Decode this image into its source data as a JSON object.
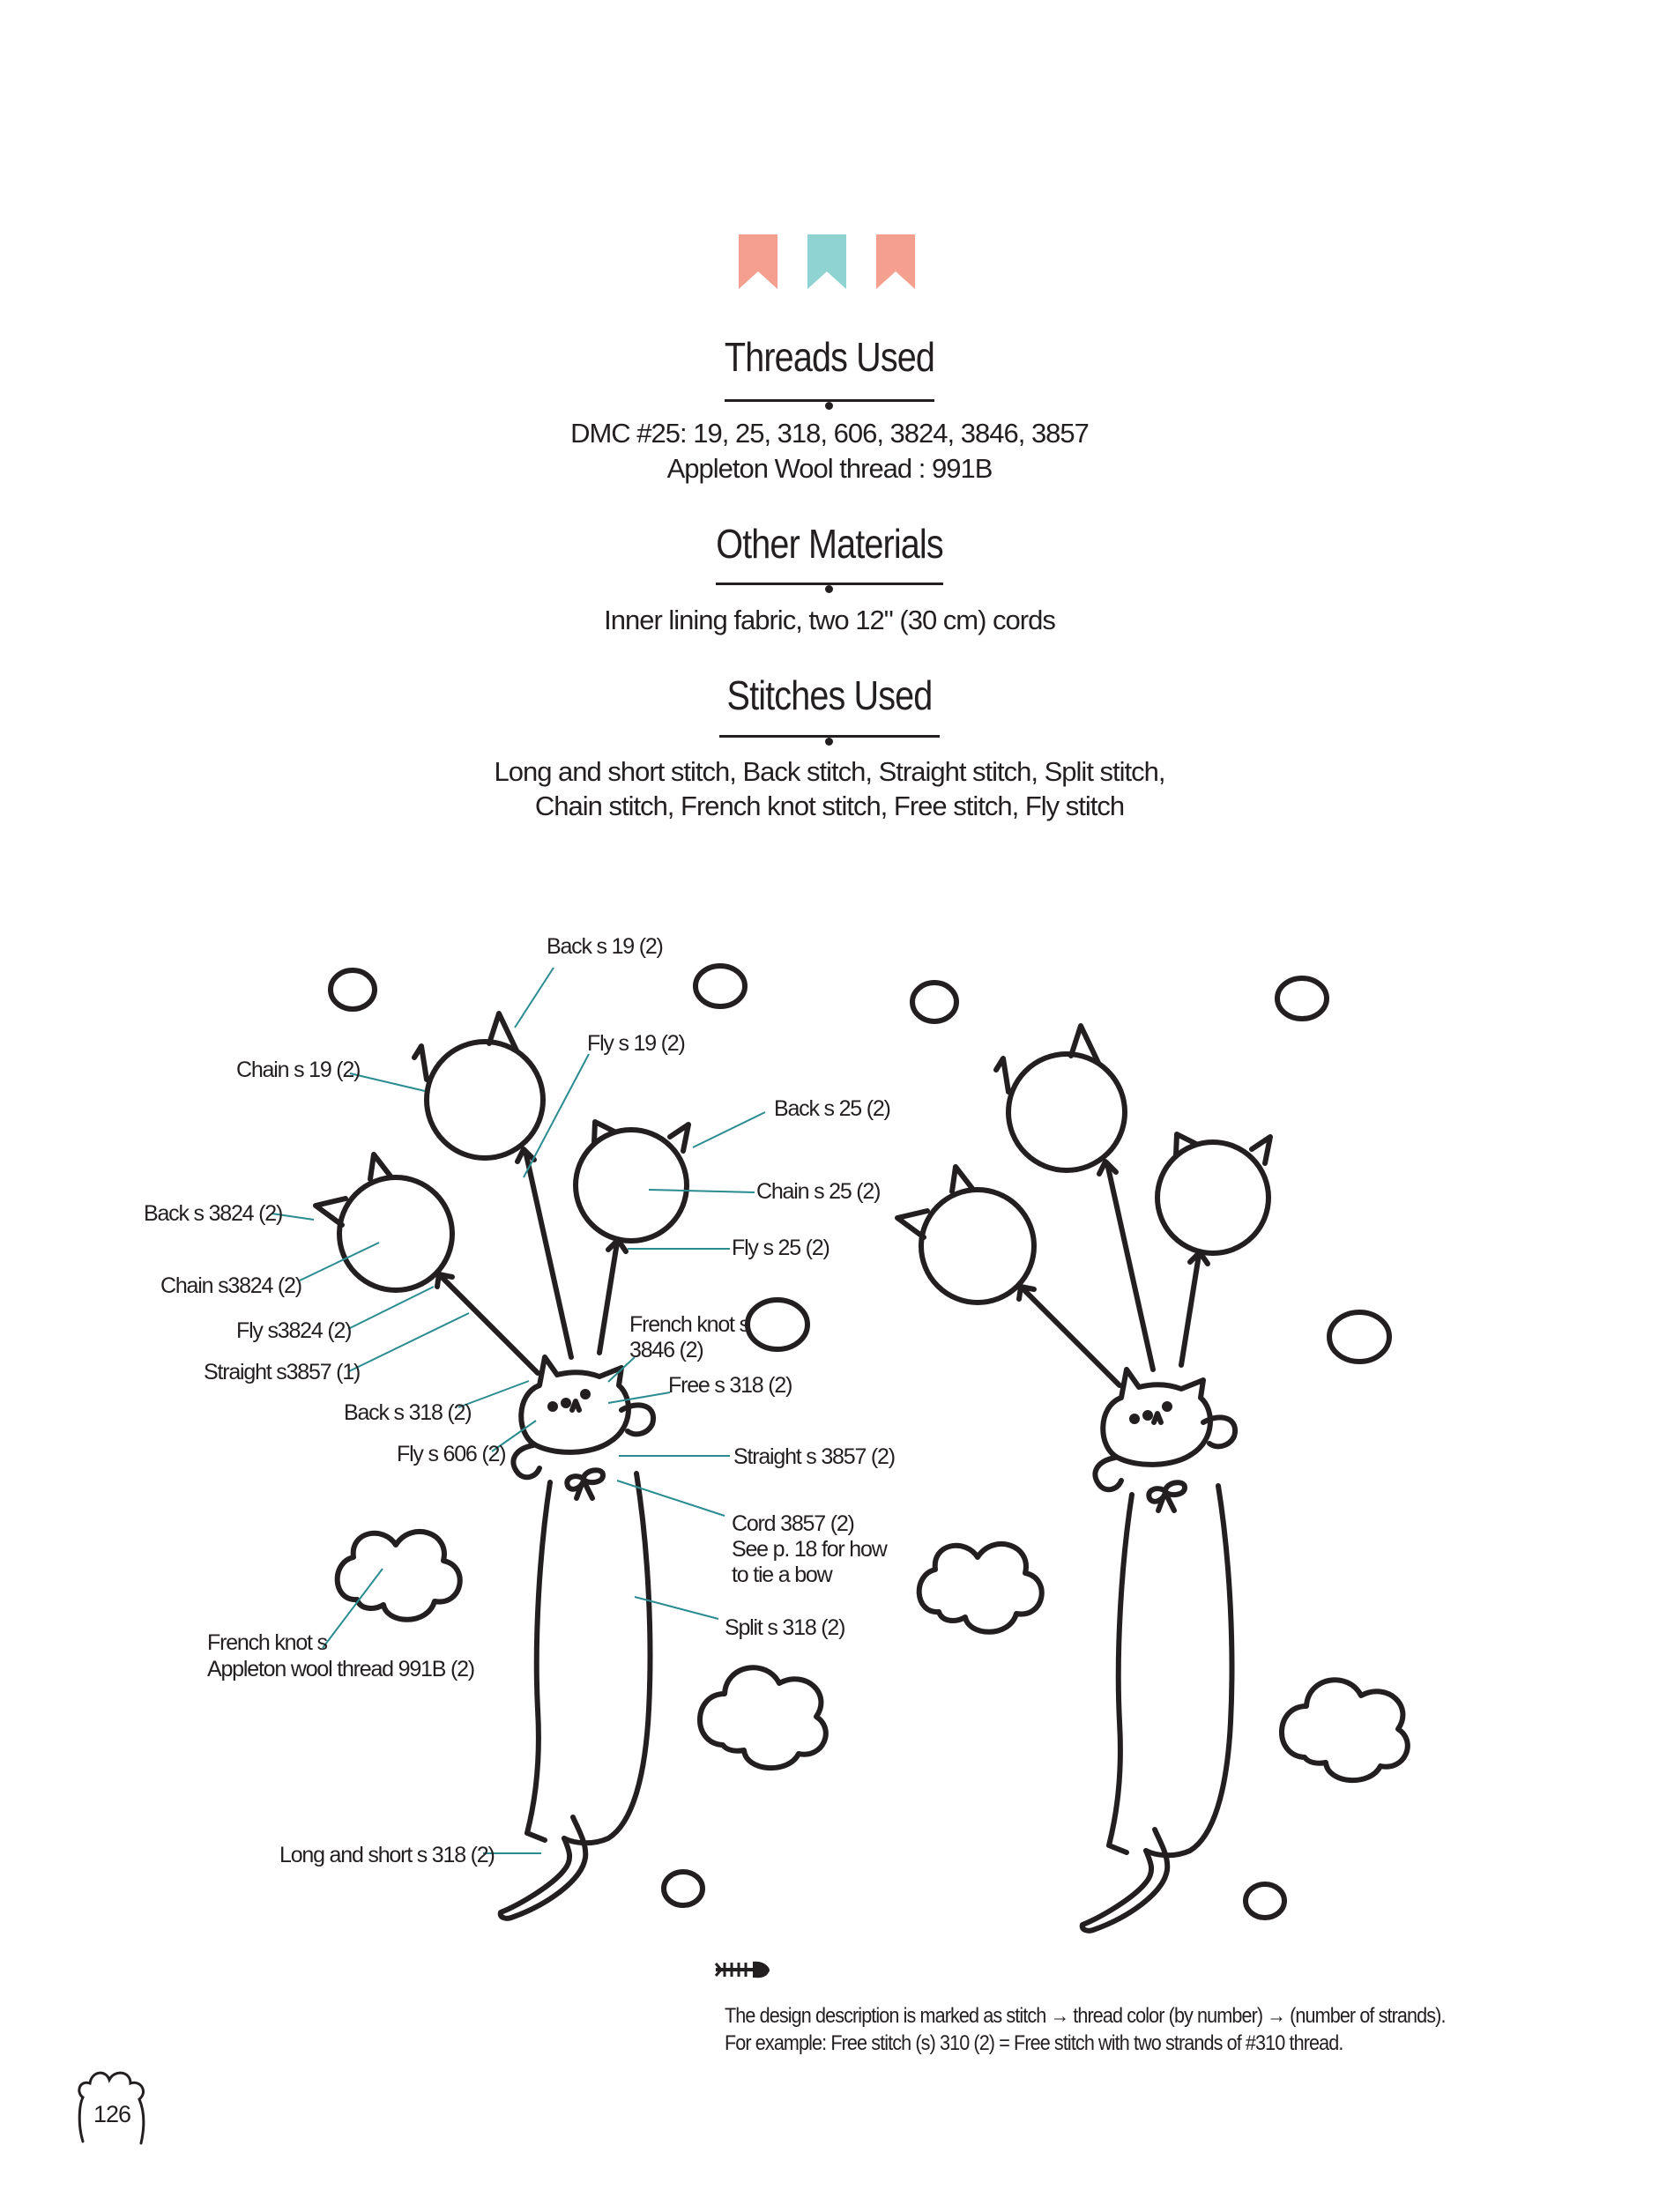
{
  "sections": [
    {
      "title": "Threads Used",
      "lines": [
        "DMC #25: 19, 25, 318, 606, 3824, 3846, 3857",
        "Appleton Wool thread : 991B"
      ]
    },
    {
      "title": "Other Materials",
      "lines": [
        "Inner lining fabric, two 12\" (30 cm) cords"
      ]
    },
    {
      "title": "Stitches Used",
      "lines": [
        "Long and short stitch, Back stitch, Straight stitch, Split stitch,",
        "Chain stitch, French knot stitch, Free stitch, Fly stitch"
      ]
    }
  ],
  "labels": {
    "back_19": "Back s 19 (2)",
    "fly_19": "Fly s 19 (2)",
    "chain_19": "Chain s 19 (2)",
    "back_25": "Back s 25 (2)",
    "chain_25": "Chain s 25 (2)",
    "back_3824": "Back s 3824 (2)",
    "fly_25": "Fly s 25 (2)",
    "chain_3824": "Chain s3824 (2)",
    "fly_3824": "Fly s3824 (2)",
    "french_3846_a": "French knot s",
    "french_3846_b": "3846 (2)",
    "straight_3857_1": "Straight s3857 (1)",
    "free_318": "Free s 318 (2)",
    "back_318": "Back s 318 (2)",
    "fly_606": "Fly s 606 (2)",
    "straight_3857_2": "Straight s 3857 (2)",
    "cord_a": "Cord 3857 (2)",
    "cord_b": "See p. 18 for how",
    "cord_c": "to tie a bow",
    "split_318": "Split s 318 (2)",
    "french_991_a": "French knot s",
    "french_991_b": "Appleton wool thread 991B (2)",
    "long_short_318": "Long and short s 318 (2)"
  },
  "footnote": {
    "line1": "The design description is marked as stitch → thread color (by number) → (number of strands).",
    "line2": "For example: Free stitch (s) 310 (2) = Free stitch with two strands of #310 thread."
  },
  "page_number": "126",
  "colors": {
    "flag_coral": "#f5a08f",
    "flag_teal": "#8fd3d3",
    "leader_teal": "#2a8c91",
    "ink": "#231f20"
  }
}
